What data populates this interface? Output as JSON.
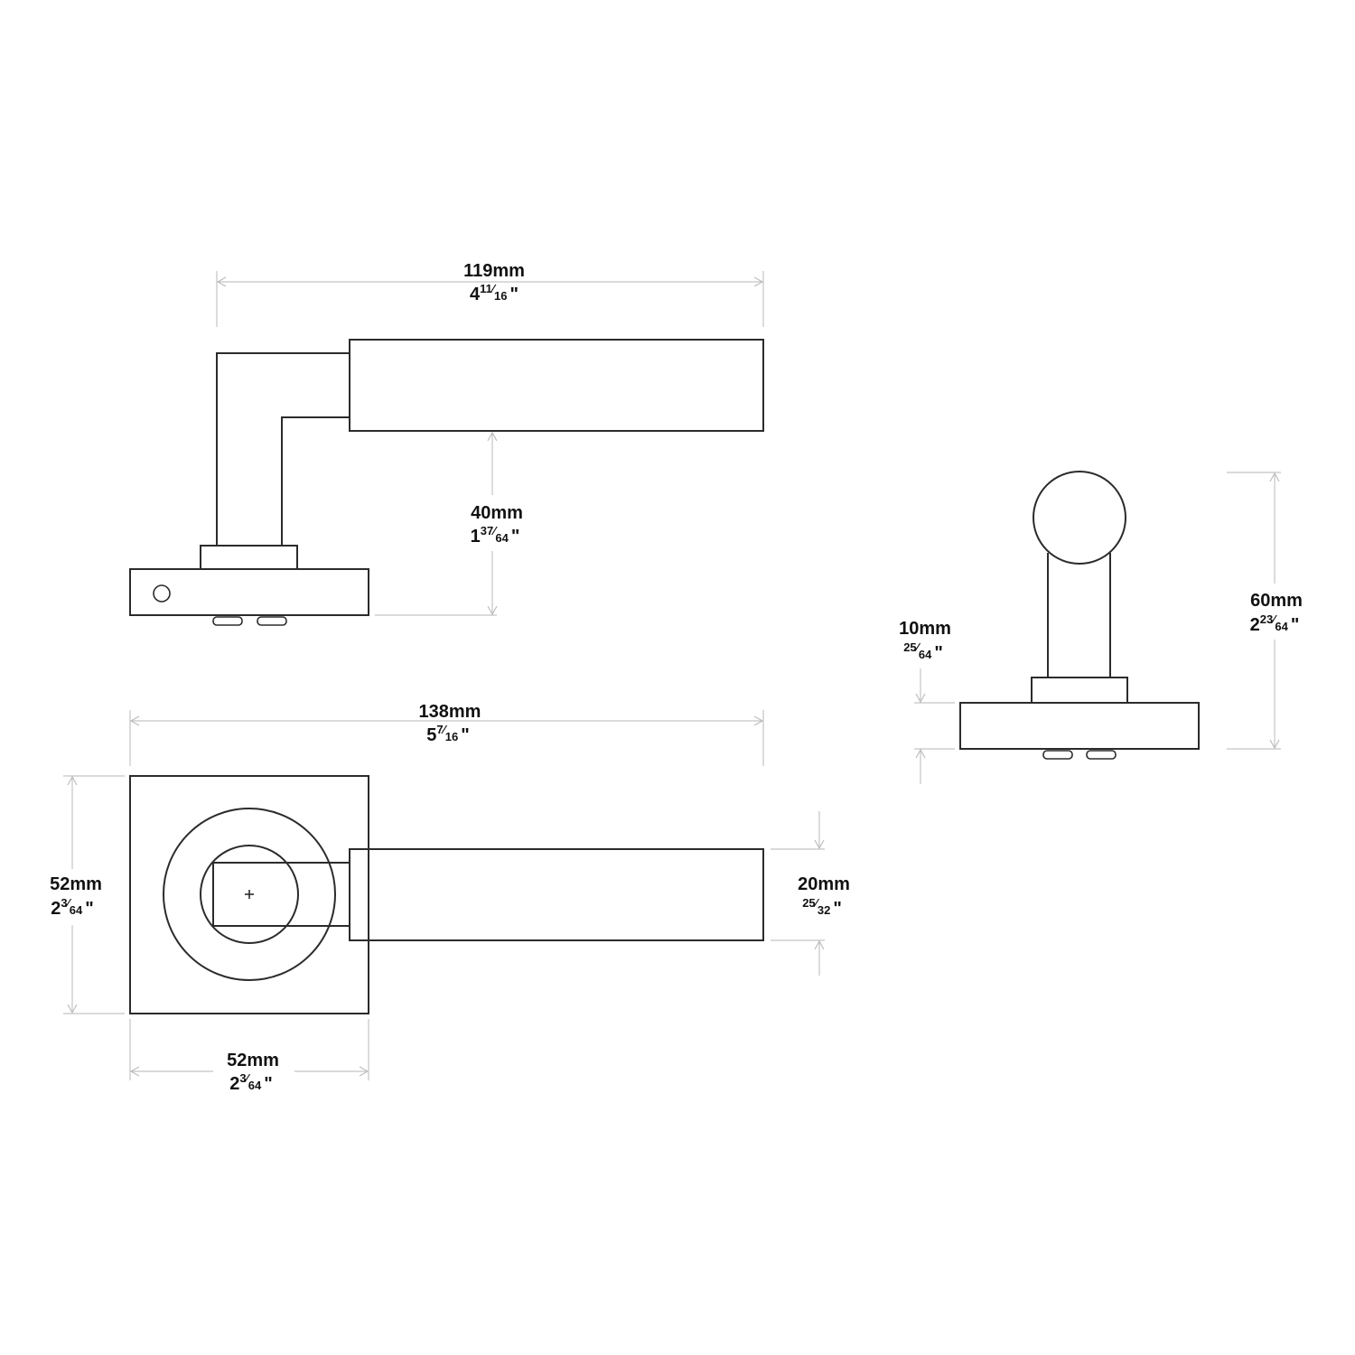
{
  "dimensions": {
    "side_width": {
      "mm": "119mm",
      "whole": "4",
      "num": "11",
      "den": "16",
      "unit": "\""
    },
    "side_height": {
      "mm": "40mm",
      "whole": "1",
      "num": "37",
      "den": "64",
      "unit": "\""
    },
    "top_length": {
      "mm": "138mm",
      "whole": "5",
      "num": "7",
      "den": "16",
      "unit": "\""
    },
    "rose_height": {
      "mm": "52mm",
      "whole": "2",
      "num": "3",
      "den": "64",
      "unit": "\""
    },
    "rose_width": {
      "mm": "52mm",
      "whole": "2",
      "num": "3",
      "den": "64",
      "unit": "\""
    },
    "lever_thickness": {
      "mm": "20mm",
      "whole": "",
      "num": "25",
      "den": "32",
      "unit": "\""
    },
    "end_rose_depth": {
      "mm": "10mm",
      "whole": "",
      "num": "25",
      "den": "64",
      "unit": "\""
    },
    "end_height": {
      "mm": "60mm",
      "whole": "2",
      "num": "23",
      "den": "64",
      "unit": "\""
    }
  },
  "colors": {
    "outline": "#2b2b2b",
    "dimension_line": "#c4c4c4",
    "text": "#111111"
  }
}
